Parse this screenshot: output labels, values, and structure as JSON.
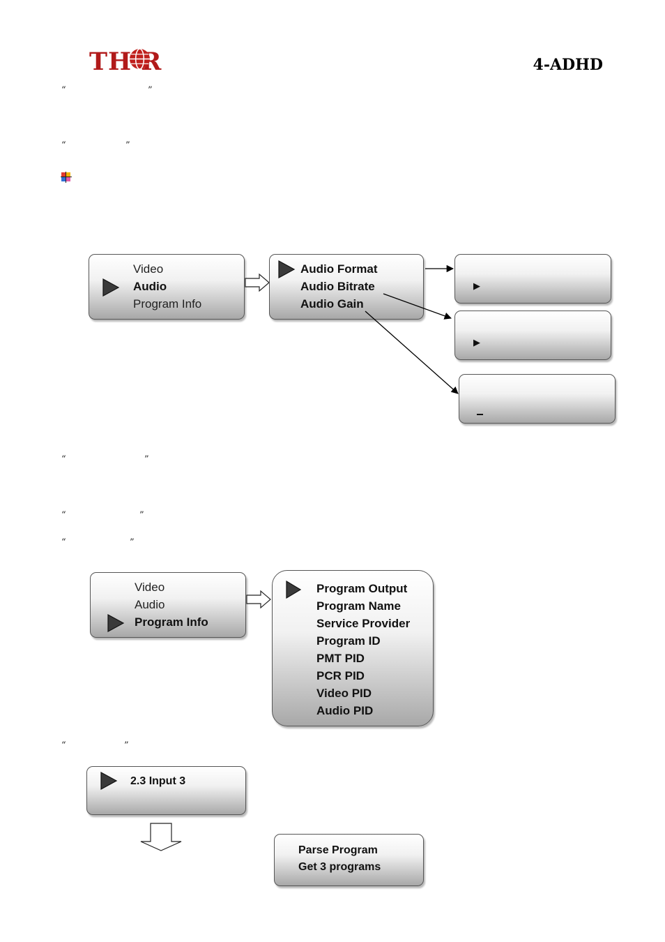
{
  "header": {
    "brand": "TH R",
    "model": "4-ADHD"
  },
  "quotes": {
    "open": "“",
    "close": "”"
  },
  "audio_menu": {
    "main_items": [
      "Video",
      "Audio",
      "Program Info"
    ],
    "sub_items": [
      "Audio Format",
      "Audio Bitrate",
      "Audio Gain"
    ]
  },
  "program_menu": {
    "main_items": [
      "Video",
      "Audio",
      "Program Info"
    ],
    "sub_items": [
      "Program Output",
      "Program Name",
      "Service Provider",
      "Program ID",
      "PMT PID",
      "PCR PID",
      "Video PID",
      "Audio PID"
    ]
  },
  "input_menu": {
    "item": "2.3 Input 3",
    "result_lines": [
      "Parse Program",
      "Get 3 programs"
    ]
  },
  "icons": {
    "selection": "play-triangle-icon",
    "value_marker": "small-triangle-icon",
    "arrow": "hollow-arrow-icon"
  },
  "colors": {
    "brand_red": "#b11a1a",
    "box_border": "#555555"
  }
}
